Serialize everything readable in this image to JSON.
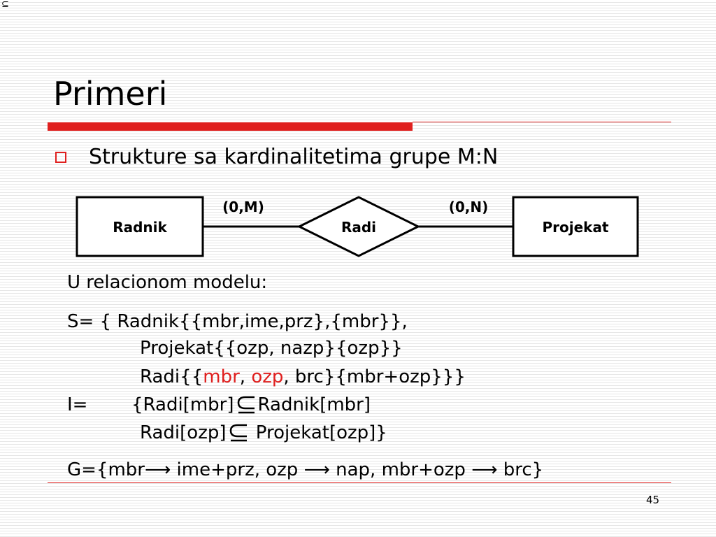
{
  "corner_glyph": "⊆",
  "slide": {
    "title": "Primeri",
    "bullet": "Strukture sa kardinalitetima grupe M:N",
    "page_number": "45"
  },
  "er": {
    "entity_left": "Radnik",
    "relationship": "Radi",
    "entity_right": "Projekat",
    "card_left": "(0,M)",
    "card_right": "(0,N)"
  },
  "relational": {
    "heading": "U relacionom modelu:",
    "s_line1": "S= { Radnik{{mbr,ime,prz},{mbr}},",
    "s_line2": "Projekat{{ozp, nazp}{ozp}}",
    "s_line3_a": "Radi{{",
    "s_line3_mbr": "mbr",
    "s_line3_sep": ", ",
    "s_line3_ozp": "ozp",
    "s_line3_b": ", brc}{mbr+ozp}}}",
    "i_label": "I=",
    "i_line1_a": "{Radi[mbr]",
    "i_line1_b": "Radnik[mbr]",
    "i_line2_a": "Radi[ozp]",
    "i_line2_b": " Projekat[ozp]}",
    "g_part1": "G={mbr",
    "g_part2": " ime+prz, ozp ",
    "g_part3": " nap, mbr+ozp ",
    "g_part4": " brc}",
    "arrow": "⟶"
  },
  "colors": {
    "accent": "#e0201f"
  }
}
